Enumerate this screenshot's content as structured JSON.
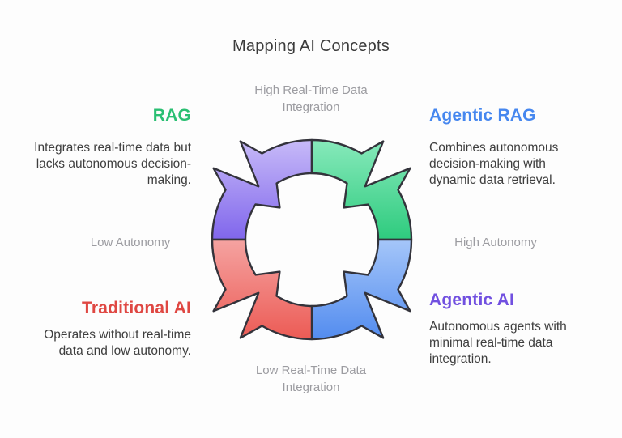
{
  "title": {
    "text": "Mapping AI Concepts",
    "color": "#3b3b3b"
  },
  "axis_labels": {
    "top": "High Real-Time Data\nIntegration",
    "bottom": "Low Real-Time Data\nIntegration",
    "left": "Low Autonomy",
    "right": "High Autonomy",
    "color": "#9c9ca1"
  },
  "concepts": {
    "rag": {
      "name": "RAG",
      "color": "#2abf72",
      "description": "Integrates real-time data but\nlacks autonomous decision-\nmaking."
    },
    "agentic_rag": {
      "name": "Agentic RAG",
      "color": "#4687ef",
      "description": "Combines autonomous\ndecision-making with\ndynamic data retrieval."
    },
    "traditional_ai": {
      "name": "Traditional AI",
      "color": "#df4742",
      "description": "Operates without real-time\ndata and low autonomy."
    },
    "agentic_ai": {
      "name": "Agentic AI",
      "color": "#7150e0",
      "description": "Autonomous agents with\nminimal real-time data\nintegration."
    }
  },
  "diagram": {
    "type": "four-quadrant cycle of arrows",
    "outline_color": "#33333b",
    "center_background": "#ffffff",
    "quadrants": [
      {
        "id": "top-left",
        "color_name": "purple",
        "color_light": "#c7baf8",
        "color_dark": "#8066ec"
      },
      {
        "id": "top-right",
        "color_name": "green",
        "color_light": "#87e9bb",
        "color_dark": "#2ecb7e"
      },
      {
        "id": "bottom-left",
        "color_name": "red",
        "color_light": "#f5a3a1",
        "color_dark": "#ec5b55"
      },
      {
        "id": "bottom-right",
        "color_name": "blue",
        "color_light": "#a5c6f9",
        "color_dark": "#538cef"
      }
    ]
  }
}
